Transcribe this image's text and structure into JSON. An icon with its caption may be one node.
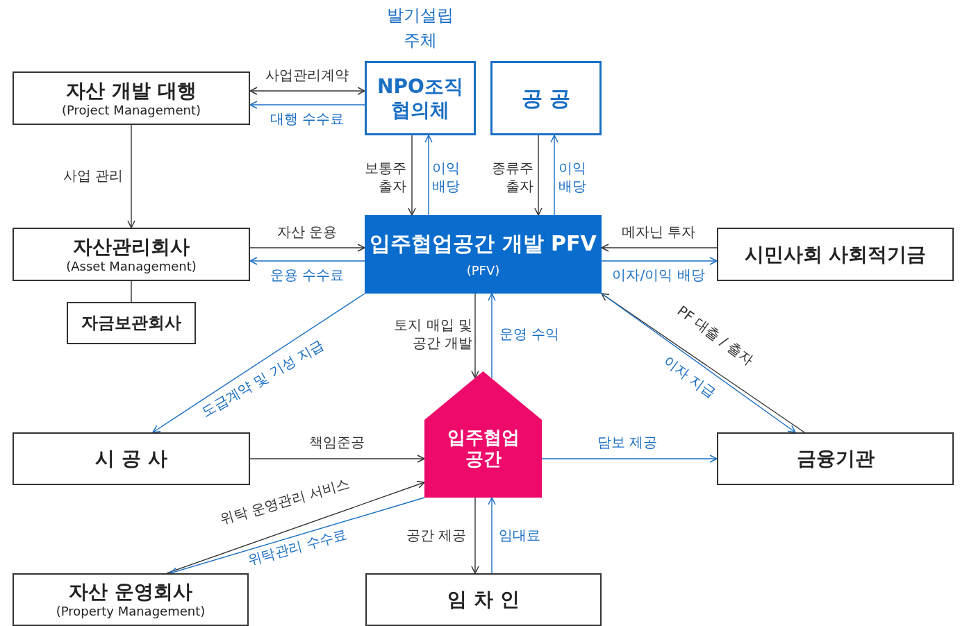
{
  "diagram": {
    "nodes": [
      {
        "text": [
          "자산 개발 대행",
          "(Project Management)"
        ]
      },
      {
        "text": [
          "NPO조직 협의체"
        ],
        "beside": [
          "발기설립 주체"
        ]
      },
      {
        "text": [
          "공 공"
        ]
      },
      {
        "text": [
          "자산관리회사",
          "(Asset Management)"
        ]
      },
      {
        "text": [
          "입주협업공간 개발 PFV",
          "(PFV)"
        ]
      },
      {
        "text": [
          "시민사회 사회적기금"
        ]
      },
      {
        "text": [
          "자금보관회사"
        ]
      },
      {
        "text": [
          "시 공 사"
        ]
      },
      {
        "text": [
          "입주협업 공간"
        ]
      },
      {
        "text": [
          "금융기관"
        ]
      },
      {
        "text": [
          "자산 운영회사",
          "(Property Management)"
        ]
      },
      {
        "text": [
          "임 차 인"
        ]
      }
    ],
    "edges": [
      {
        "from": 0,
        "to": 1,
        "arrow": "both",
        "label": "사업관리계약"
      },
      {
        "from": 1,
        "to": 0,
        "arrow": "to",
        "label": "대행 수수료",
        "color": "#1a6fc4"
      },
      {
        "from": 0,
        "to": 3,
        "arrow": "to",
        "label": "사업 관리"
      },
      {
        "from": 3,
        "to": 6,
        "arrow": "none"
      },
      {
        "from": 1,
        "to": 4,
        "arrow": "to",
        "label": "보통주 출자"
      },
      {
        "from": 4,
        "to": 1,
        "arrow": "to",
        "label": "이익 배당",
        "color": "#1a6fc4"
      },
      {
        "from": 2,
        "to": 4,
        "arrow": "to",
        "label": "종류주 출자"
      },
      {
        "from": 4,
        "to": 2,
        "arrow": "to",
        "label": "이익 배당",
        "color": "#1a6fc4"
      },
      {
        "from": 3,
        "to": 4,
        "arrow": "to",
        "label": "자산 운용"
      },
      {
        "from": 4,
        "to": 3,
        "arrow": "to",
        "label": "운용 수수료",
        "color": "#1a6fc4"
      },
      {
        "from": 5,
        "to": 4,
        "arrow": "to",
        "label": "메자닌 투자"
      },
      {
        "from": 4,
        "to": 5,
        "arrow": "to",
        "label": "이자/이익 배당",
        "color": "#1a6fc4"
      },
      {
        "from": 4,
        "to": 7,
        "arrow": "to",
        "label": "도급계약 및 기성 지급",
        "color": "#1a6fc4"
      },
      {
        "from": 4,
        "to": 8,
        "arrow": "to",
        "label": "토지 매입 및 공간 개발"
      },
      {
        "from": 8,
        "to": 4,
        "arrow": "to",
        "label": "운영 수익",
        "color": "#1a6fc4"
      },
      {
        "from": 9,
        "to": 4,
        "arrow": "to",
        "label": "PF 대출 / 출자"
      },
      {
        "from": 4,
        "to": 9,
        "arrow": "to",
        "label": "이자 지급",
        "color": "#1a6fc4"
      },
      {
        "from": 7,
        "to": 8,
        "arrow": "to",
        "label": "책임준공"
      },
      {
        "from": 8,
        "to": 9,
        "arrow": "to",
        "label": "담보 제공",
        "color": "#1a6fc4"
      },
      {
        "from": 10,
        "to": 8,
        "arrow": "to",
        "label": "위탁 운영관리 서비스"
      },
      {
        "from": 8,
        "to": 10,
        "arrow": "to",
        "label": "위탁관리 수수료",
        "color": "#1a6fc4"
      },
      {
        "from": 8,
        "to": 11,
        "arrow": "to",
        "label": "공간 제공"
      },
      {
        "from": 11,
        "to": 8,
        "arrow": "to",
        "label": "임대료",
        "color": "#1a6fc4"
      }
    ]
  }
}
